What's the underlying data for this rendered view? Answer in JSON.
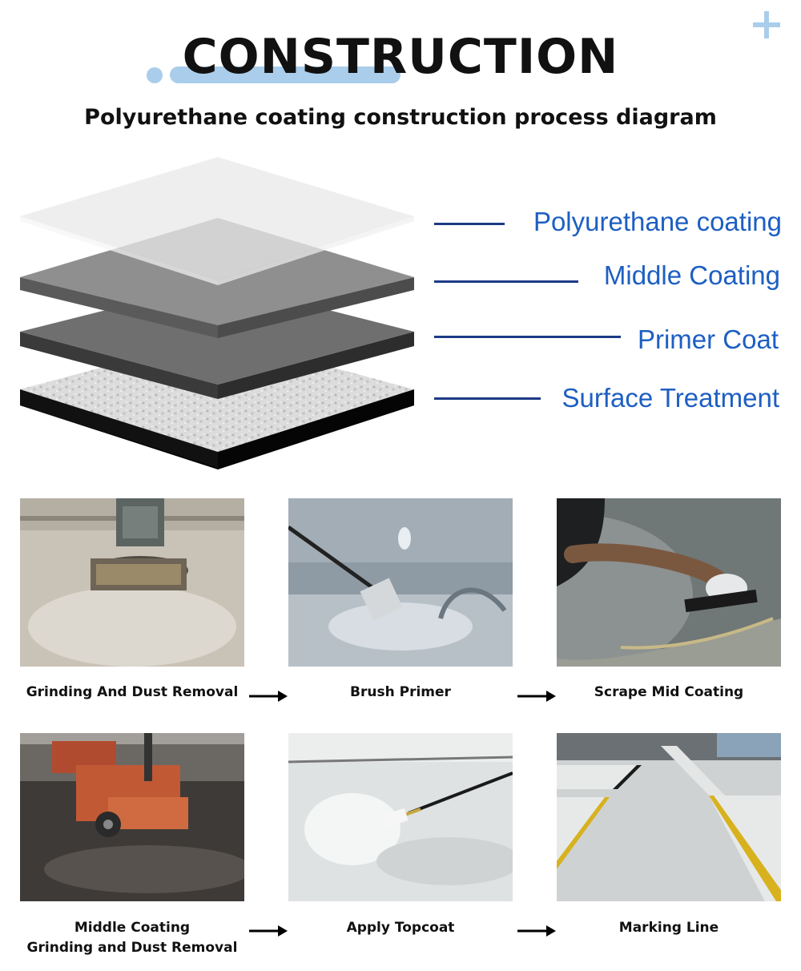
{
  "header": {
    "title": "CONSTRUCTION",
    "subtitle": "Polyurethane coating construction process diagram"
  },
  "layers": [
    {
      "label": "Polyurethane coating"
    },
    {
      "label": "Middle Coating"
    },
    {
      "label": "Primer Coat"
    },
    {
      "label": "Surface Treatment"
    }
  ],
  "steps": [
    {
      "label": "Grinding And Dust Removal"
    },
    {
      "label": "Brush Primer"
    },
    {
      "label": "Scrape Mid Coating"
    },
    {
      "label_line1": "Middle Coating",
      "label_line2": "Grinding and Dust Removal"
    },
    {
      "label": "Apply Topcoat"
    },
    {
      "label": "Marking Line"
    }
  ],
  "colors": {
    "accent": "#a9cdea",
    "label_blue": "#1d5fc2",
    "line_navy": "#1c3a86"
  }
}
